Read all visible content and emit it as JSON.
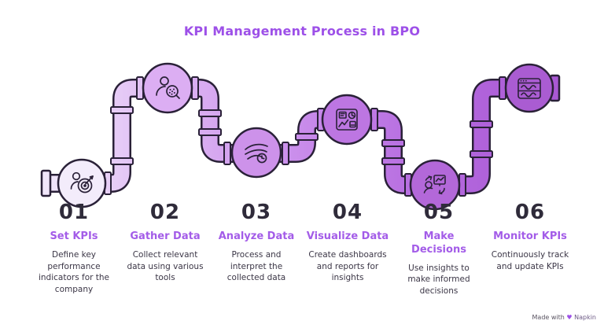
{
  "title": "KPI Management Process in BPO",
  "diagram_type": "pipeline-process-flow",
  "steps": [
    {
      "number": "01",
      "title": "Set KPIs",
      "description": "Define key performance indicators for the company",
      "icon": "person-target-icon",
      "circle_color": "#f3ecfb"
    },
    {
      "number": "02",
      "title": "Gather Data",
      "description": "Collect relevant data using various tools",
      "icon": "person-magnifier-icon",
      "circle_color": "#dcaef3"
    },
    {
      "number": "03",
      "title": "Analyze Data",
      "description": "Process and interpret the collected data",
      "icon": "flow-lines-icon",
      "circle_color": "#cd92ea"
    },
    {
      "number": "04",
      "title": "Visualize Data",
      "description": "Create dashboards and reports for insights",
      "icon": "dashboard-charts-icon",
      "circle_color": "#bd76e2"
    },
    {
      "number": "05",
      "title": "Make Decisions",
      "description": "Use insights to make informed decisions",
      "icon": "person-screen-arrows-icon",
      "circle_color": "#b368d9"
    },
    {
      "number": "06",
      "title": "Monitor KPIs",
      "description": "Continuously track and update KPIs",
      "icon": "monitor-window-icon",
      "circle_color": "#aa5cd2"
    }
  ],
  "attribution": {
    "text": "Made with",
    "heart": "♥",
    "brand": "Napkin"
  },
  "colors": {
    "accent_purple": "#9d50e8",
    "pipe_outline": "#2a2138",
    "pipe_gradient_start": "#f1e7fa",
    "pipe_gradient_end": "#a958d4",
    "number_color": "#2f2b3a",
    "description_color": "#3b3646",
    "background": "#ffffff"
  }
}
